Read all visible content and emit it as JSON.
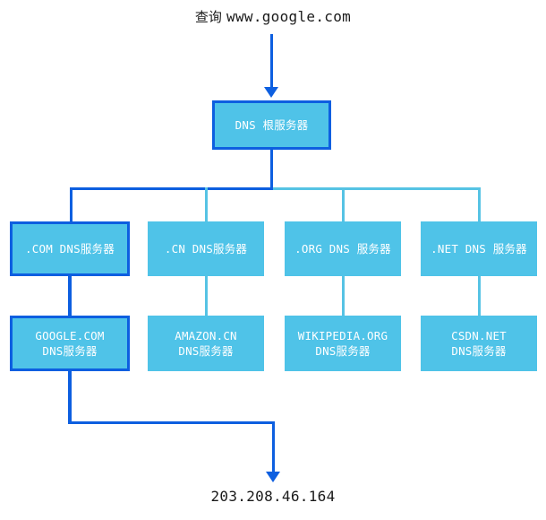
{
  "diagram": {
    "title_query_prefix": "查询",
    "title_query_url": "www.google.com",
    "result_ip": "203.208.46.164",
    "colors": {
      "node_fill": "#4FC3E8",
      "highlight_stroke": "#0D5FE0",
      "normal_stroke": "#56C3E4",
      "node_text": "#ffffff",
      "caption_text": "#1a1a1a",
      "background": "#ffffff"
    },
    "root": {
      "label": "DNS 根服务器",
      "highlighted": true
    },
    "tld_nodes": [
      {
        "label": ".COM DNS服务器",
        "highlighted": true
      },
      {
        "label": ".CN DNS服务器",
        "highlighted": false
      },
      {
        "label": ".ORG DNS 服务器",
        "highlighted": false
      },
      {
        "label": ".NET DNS 服务器",
        "highlighted": false
      }
    ],
    "authoritative_nodes": [
      {
        "line1": "GOOGLE.COM",
        "line2": "DNS服务器",
        "highlighted": true
      },
      {
        "line1": "AMAZON.CN",
        "line2": "DNS服务器",
        "highlighted": false
      },
      {
        "line1": "WIKIPEDIA.ORG",
        "line2": "DNS服务器",
        "highlighted": false
      },
      {
        "line1": "CSDN.NET",
        "line2": "DNS服务器",
        "highlighted": false
      }
    ]
  }
}
